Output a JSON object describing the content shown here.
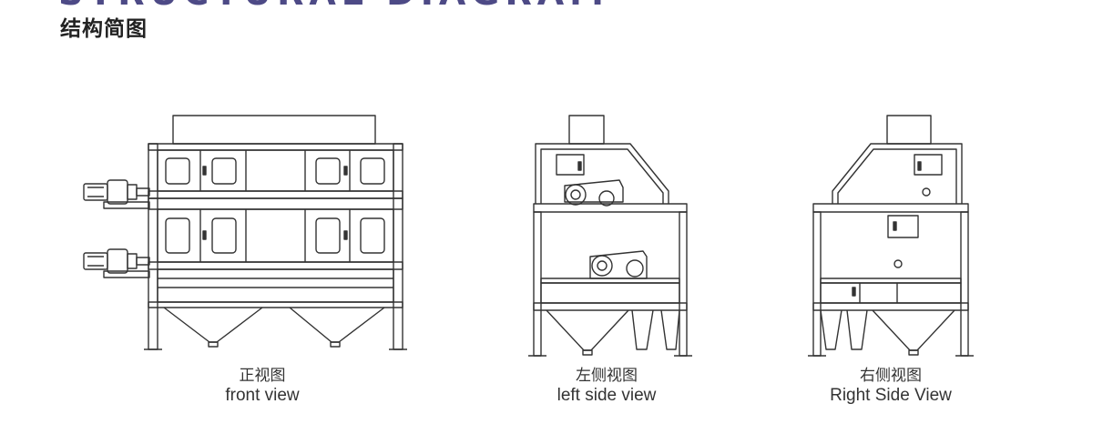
{
  "header": {
    "bg_title": "STRUCTURAL DIAGRAM",
    "title": "结构简图"
  },
  "views": [
    {
      "cn": "正视图",
      "en": "front view"
    },
    {
      "cn": "左侧视图",
      "en": "left side view"
    },
    {
      "cn": "右侧视图",
      "en": "Right Side View"
    }
  ],
  "colors": {
    "line": "#333333",
    "accent": "#4d4a86"
  }
}
